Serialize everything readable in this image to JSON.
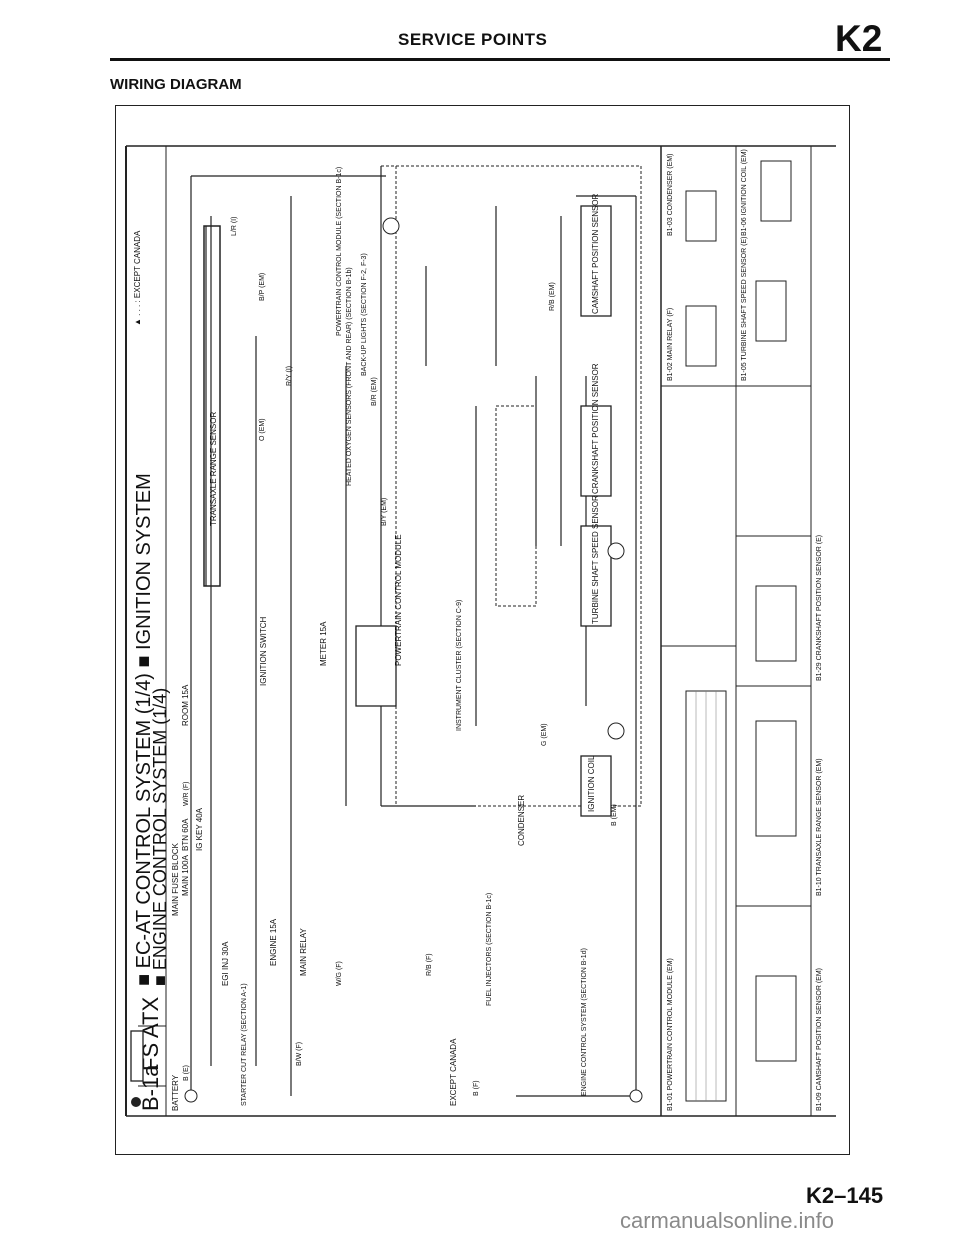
{
  "header": {
    "title": "SERVICE POINTS",
    "code": "K2"
  },
  "section_title": "WIRING DIAGRAM",
  "diagram": {
    "page_id": "B-1a",
    "model": "FS ATX",
    "system_line1": "■ EC-AT CONTROL SYSTEM (1/4)   ■ IGNITION SYSTEM",
    "system_line2": "■ ENGINE CONTROL SYSTEM (1/4)",
    "note": "▲ . . . : EXCEPT CANADA",
    "fuse_block": "MAIN FUSE BLOCK",
    "fuses": [
      "MAIN 100A",
      "BTN 60A",
      "IG KEY 40A",
      "EGI INJ 30A",
      "ROOM 15A",
      "ENGINE 15A",
      "METER 15A"
    ],
    "components": [
      "BATTERY",
      "STARTER CUT RELAY (SECTION A-1)",
      "MAIN RELAY",
      "IGNITION SWITCH",
      "IGNITION COIL",
      "CONDENSER",
      "FUEL INJECTORS (SECTION B-1c)",
      "ENGINE CONTROL SYSTEM (SECTION B-1d)",
      "POWERTRAIN CONTROL MODULE",
      "TRANSAXLE RANGE SENSOR",
      "HEATED OXYGEN SENSORS (FRONT AND REAR) (SECTION B-1b)",
      "BACK-UP LIGHTS (SECTION F-2, F-3)",
      "POWERTRAIN CONTROL MODULE (SECTION B-1c)",
      "INSTRUMENT CLUSTER (SECTION C-9)",
      "TURBINE SHAFT SPEED SENSOR",
      "CRANKSHAFT POSITION SENSOR",
      "CAMSHAFT POSITION SENSOR",
      "EXCEPT CANADA"
    ],
    "connector_panels": [
      "B1-01 POWERTRAIN CONTROL MODULE (EM)",
      "B1-02 MAIN RELAY (F)",
      "B1-03 CONDENSER (EM)",
      "B1-05 TURBINE SHAFT SPEED SENSOR (E)",
      "B1-06 IGNITION COIL (EM)",
      "B1-09 CAMSHAFT POSITION SENSOR (EM)",
      "B1-10 TRANSAXLE RANGE SENSOR (EM)",
      "B1-29 CRANKSHAFT POSITION SENSOR (E)"
    ],
    "wire_codes": [
      "B/W (F)",
      "W/R (F)",
      "B/Y (EM)",
      "R/Y (I)",
      "L/R (I)",
      "B/P (EM)",
      "B/R (EM)",
      "R/B (EM)",
      "G (EM)",
      "W/G (F)",
      "R/B (F)",
      "B (F)",
      "B (EM)",
      "O (EM)",
      "B (E)"
    ]
  },
  "footer": {
    "page": "K2–145",
    "watermark": "carmanualsonline.info"
  }
}
